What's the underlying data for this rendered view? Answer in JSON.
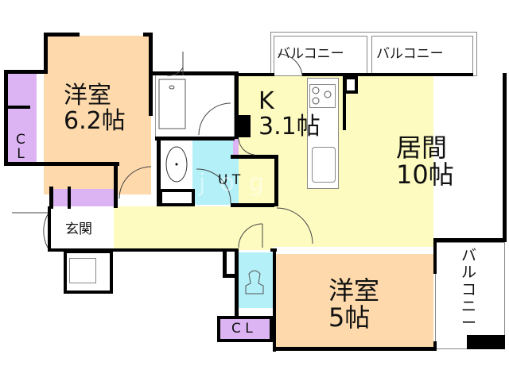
{
  "floor_plan": {
    "rooms": [
      {
        "id": "western-room-1",
        "label": "洋室\n6.2帖",
        "type": "洋室",
        "size_jo": 6.2,
        "color": "#fdd9ac"
      },
      {
        "id": "kitchen",
        "label": "K\n3.1帖",
        "type": "K",
        "size_jo": 3.1,
        "color": "#fdfbc0"
      },
      {
        "id": "living",
        "label": "居間\n10帖",
        "type": "居間",
        "size_jo": 10,
        "color": "#fdfbc0"
      },
      {
        "id": "western-room-2",
        "label": "洋室\n5帖",
        "type": "洋室",
        "size_jo": 5,
        "color": "#fdd9ac"
      },
      {
        "id": "utility",
        "label": "U T",
        "color": "#b3f0f8"
      },
      {
        "id": "entrance",
        "label": "玄関",
        "color": "#ffffff"
      },
      {
        "id": "hallway",
        "label": "",
        "color": "#fdfbc0"
      },
      {
        "id": "toilet",
        "label": "",
        "color": "#b3f0f8"
      },
      {
        "id": "bath",
        "label": "",
        "color": "#ffffff"
      }
    ],
    "closets": [
      {
        "id": "closet-left",
        "label": "C\nL",
        "color": "#dcb4f4"
      },
      {
        "id": "closet-bottom",
        "label": "C L",
        "color": "#dcb4f4"
      }
    ],
    "balconies": [
      {
        "id": "balcony-top-left",
        "label": "バルコニー"
      },
      {
        "id": "balcony-top-right",
        "label": "バルコニー"
      },
      {
        "id": "balcony-right",
        "label": "バ\nル\nコ\nニ\nー"
      }
    ],
    "watermark": "jog"
  }
}
